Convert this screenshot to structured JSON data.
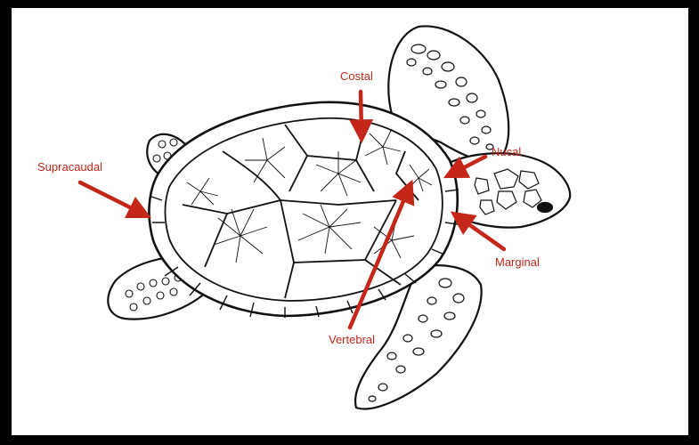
{
  "colors": {
    "label": "#c4271a",
    "ink": "#111111",
    "frame": "#000000",
    "background": "#ffffff"
  },
  "labels": {
    "costal": "Costal",
    "supracaudal": "Supracaudal",
    "nucal": "Nucal",
    "marginal": "Marginal",
    "vertebral": "Vertebral"
  }
}
